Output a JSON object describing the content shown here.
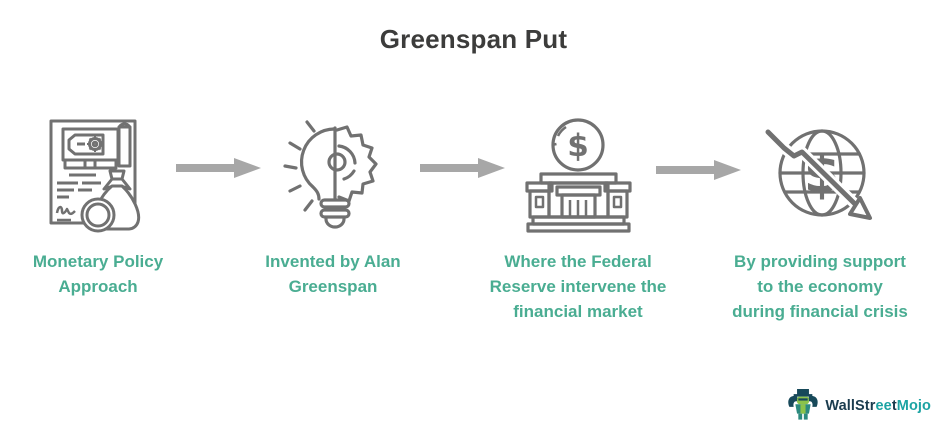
{
  "title": "Greenspan Put",
  "flow": {
    "steps": [
      {
        "icon": "monetary-policy-document-icon",
        "label": "Monetary Policy\nApproach"
      },
      {
        "icon": "idea-bulb-gear-icon",
        "label": "Invented by Alan\nGreenspan"
      },
      {
        "icon": "federal-reserve-bank-icon",
        "label": "Where the Federal\nReserve intervene the\nfinancial market"
      },
      {
        "icon": "global-financial-crisis-icon",
        "label": "By providing support\nto the economy\nduring financial crisis"
      }
    ],
    "connector_icon": "arrow-right-icon"
  },
  "logo": {
    "brand_segments": [
      {
        "text": "WallStr"
      },
      {
        "text": "ee"
      },
      {
        "text": "t"
      },
      {
        "text": "Mojo"
      }
    ]
  },
  "colors": {
    "title_text": "#3c3c3b",
    "caption_text": "#4aad92",
    "icon_stroke": "#717171",
    "arrow_fill": "#a7a7a7",
    "logo_primary": "#1b3c4e",
    "logo_accent": "#1ca3a3",
    "mascot_green": "#8bc34a",
    "mascot_dark": "#17495a"
  }
}
